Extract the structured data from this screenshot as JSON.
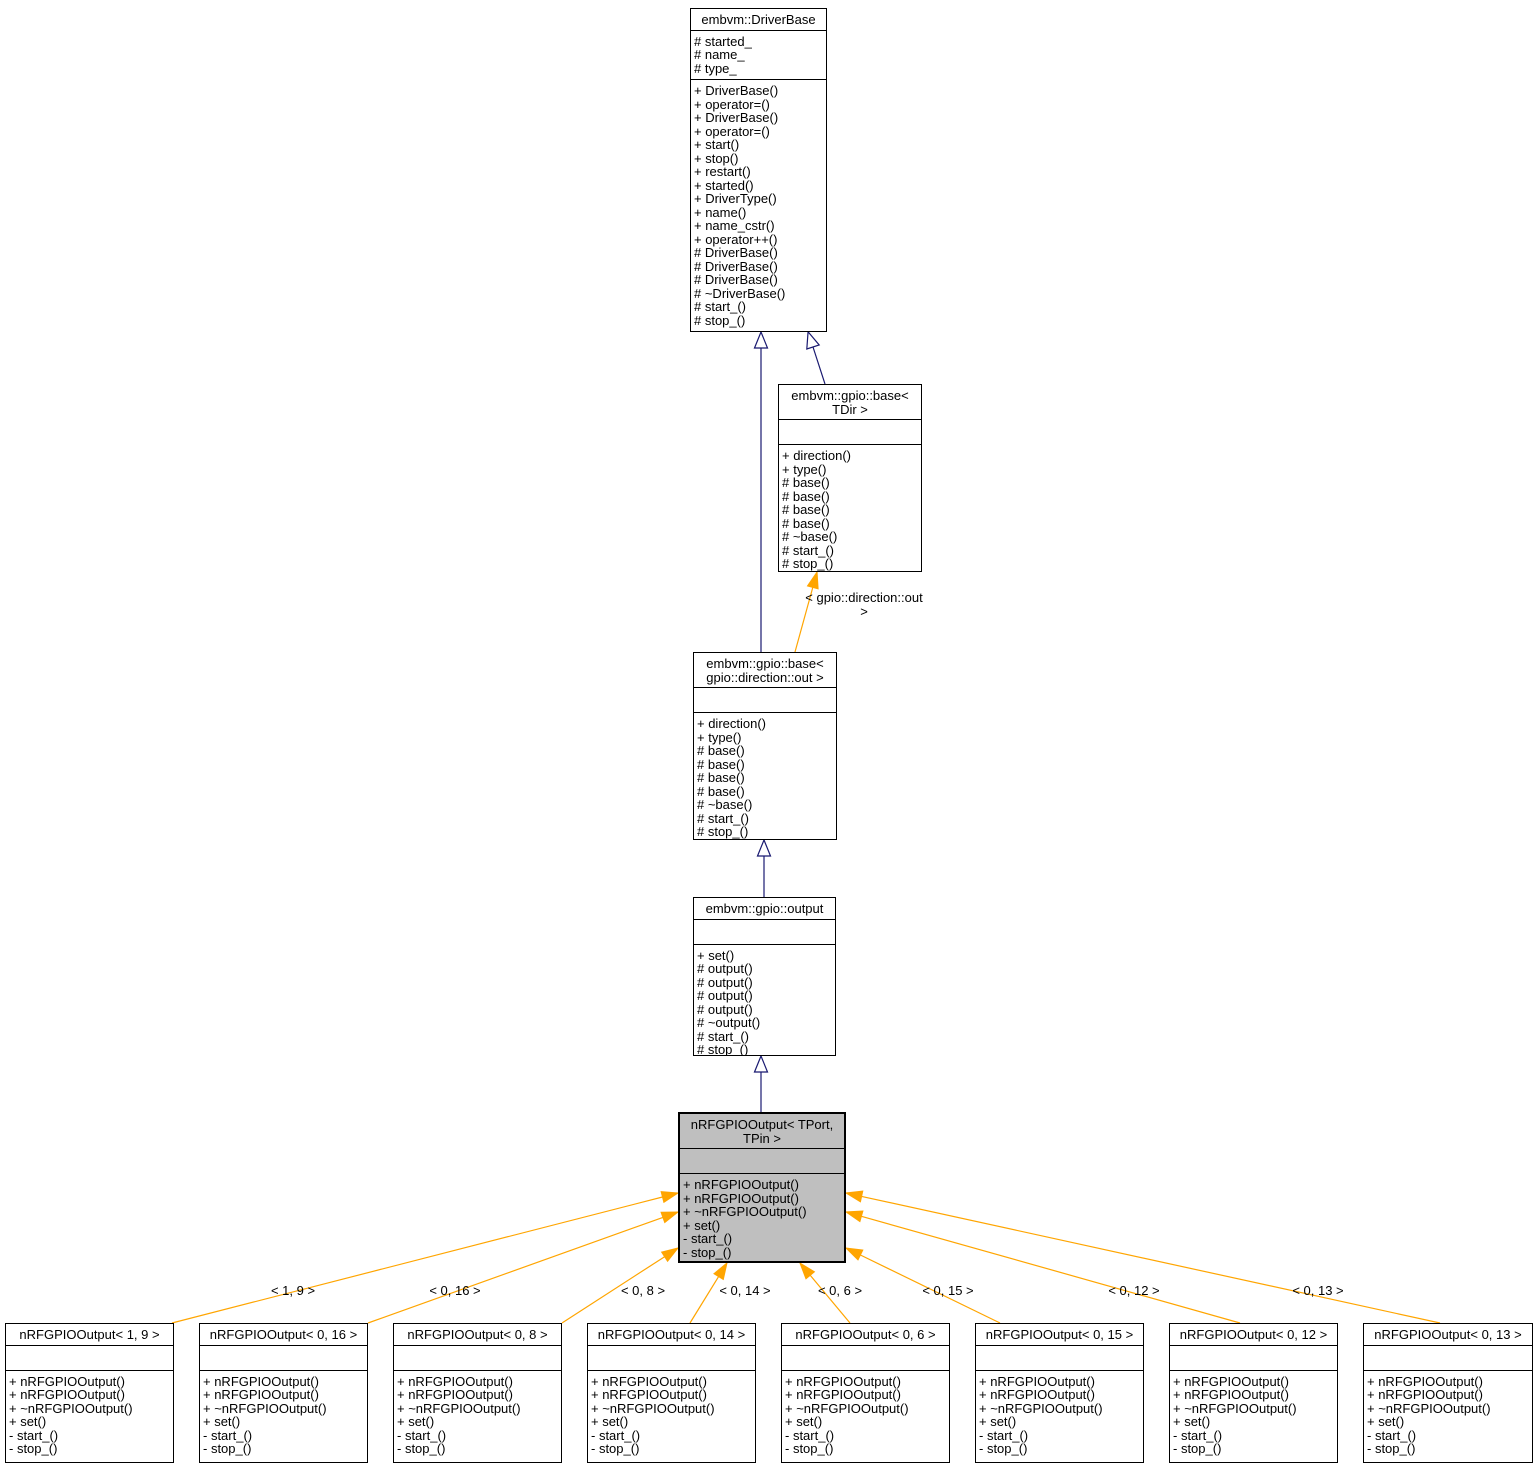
{
  "diagram": {
    "type": "uml-inheritance-graph",
    "colors": {
      "background": "#ffffff",
      "node_fill": "#ffffff",
      "node_border": "#000000",
      "highlight_fill": "#bfbfbf",
      "text": "#000000",
      "inheritance_edge": "#191970",
      "template_instance_edge": "#ffa500"
    },
    "classes": [
      {
        "name": "embvm::DriverBase",
        "attributes": [
          "# started_",
          "# name_",
          "# type_"
        ],
        "methods": [
          "+ DriverBase()",
          "+ operator=()",
          "+ DriverBase()",
          "+ operator=()",
          "+ start()",
          "+ stop()",
          "+ restart()",
          "+ started()",
          "+ DriverType()",
          "+ name()",
          "+ name_cstr()",
          "+ operator++()",
          "# DriverBase()",
          "# DriverBase()",
          "# DriverBase()",
          "# ~DriverBase()",
          "# start_()",
          "# stop_()"
        ]
      },
      {
        "name": "embvm::gpio::base< TDir >",
        "attributes": [],
        "methods": [
          "+ direction()",
          "+ type()",
          "# base()",
          "# base()",
          "# base()",
          "# base()",
          "# ~base()",
          "# start_()",
          "# stop_()"
        ]
      },
      {
        "name": "embvm::gpio::base< gpio::direction::out >",
        "attributes": [],
        "methods": [
          "+ direction()",
          "+ type()",
          "# base()",
          "# base()",
          "# base()",
          "# base()",
          "# ~base()",
          "# start_()",
          "# stop_()"
        ]
      },
      {
        "name": "embvm::gpio::output",
        "attributes": [],
        "methods": [
          "+ set()",
          "# output()",
          "# output()",
          "# output()",
          "# output()",
          "# ~output()",
          "# start_()",
          "# stop_()"
        ]
      },
      {
        "name": "nRFGPIOOutput< TPort, TPin >",
        "attributes": [],
        "methods": [
          "+ nRFGPIOOutput()",
          "+ nRFGPIOOutput()",
          "+ ~nRFGPIOOutput()",
          "+ set()",
          "- start_()",
          "- stop_()"
        ]
      },
      {
        "name": "nRFGPIOOutput< 1, 9 >",
        "attributes": [],
        "methods": [
          "+ nRFGPIOOutput()",
          "+ nRFGPIOOutput()",
          "+ ~nRFGPIOOutput()",
          "+ set()",
          "- start_()",
          "- stop_()"
        ]
      },
      {
        "name": "nRFGPIOOutput< 0, 16 >",
        "attributes": [],
        "methods": [
          "+ nRFGPIOOutput()",
          "+ nRFGPIOOutput()",
          "+ ~nRFGPIOOutput()",
          "+ set()",
          "- start_()",
          "- stop_()"
        ]
      },
      {
        "name": "nRFGPIOOutput< 0, 8 >",
        "attributes": [],
        "methods": [
          "+ nRFGPIOOutput()",
          "+ nRFGPIOOutput()",
          "+ ~nRFGPIOOutput()",
          "+ set()",
          "- start_()",
          "- stop_()"
        ]
      },
      {
        "name": "nRFGPIOOutput< 0, 14 >",
        "attributes": [],
        "methods": [
          "+ nRFGPIOOutput()",
          "+ nRFGPIOOutput()",
          "+ ~nRFGPIOOutput()",
          "+ set()",
          "- start_()",
          "- stop_()"
        ]
      },
      {
        "name": "nRFGPIOOutput< 0, 6 >",
        "attributes": [],
        "methods": [
          "+ nRFGPIOOutput()",
          "+ nRFGPIOOutput()",
          "+ ~nRFGPIOOutput()",
          "+ set()",
          "- start_()",
          "- stop_()"
        ]
      },
      {
        "name": "nRFGPIOOutput< 0, 15 >",
        "attributes": [],
        "methods": [
          "+ nRFGPIOOutput()",
          "+ nRFGPIOOutput()",
          "+ ~nRFGPIOOutput()",
          "+ set()",
          "- start_()",
          "- stop_()"
        ]
      },
      {
        "name": "nRFGPIOOutput< 0, 12 >",
        "attributes": [],
        "methods": [
          "+ nRFGPIOOutput()",
          "+ nRFGPIOOutput()",
          "+ ~nRFGPIOOutput()",
          "+ set()",
          "- start_()",
          "- stop_()"
        ]
      },
      {
        "name": "nRFGPIOOutput< 0, 13 >",
        "attributes": [],
        "methods": [
          "+ nRFGPIOOutput()",
          "+ nRFGPIOOutput()",
          "+ ~nRFGPIOOutput()",
          "+ set()",
          "- start_()",
          "- stop_()"
        ]
      }
    ],
    "edge_labels": [
      "< gpio::direction::out >",
      "< 1, 9 >",
      "< 0, 16 >",
      "< 0, 8 >",
      "< 0, 14 >",
      "< 0, 6 >",
      "< 0, 15 >",
      "< 0, 12 >",
      "< 0, 13 >"
    ]
  }
}
